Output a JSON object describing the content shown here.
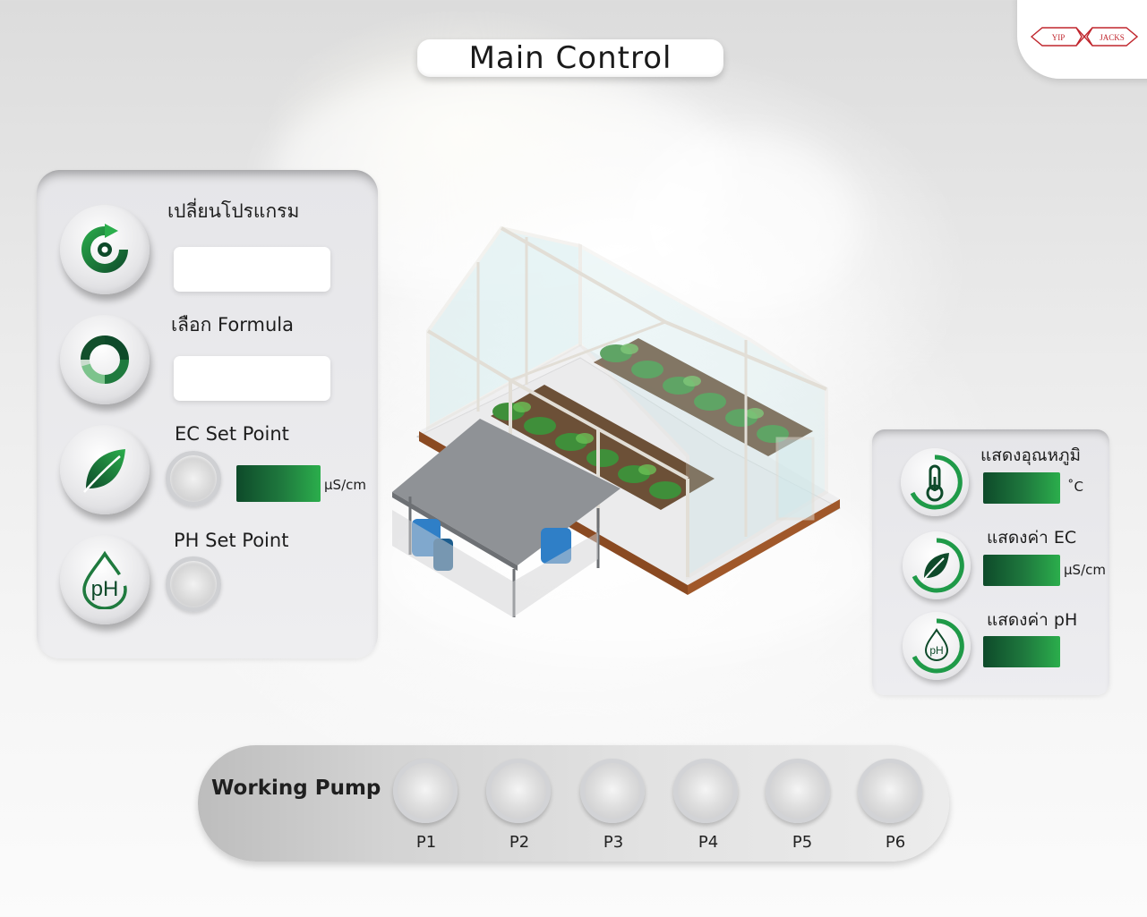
{
  "header": {
    "title": "Main Control"
  },
  "logo": {
    "left_text": "YIP",
    "right_text": "JACKS"
  },
  "control_panel": {
    "program": {
      "label": "เปลี่ยนโปรแกรม",
      "value": ""
    },
    "formula": {
      "label": "เลือก Formula",
      "value": ""
    },
    "ec_setpoint": {
      "label": "EC Set Point",
      "unit": "µS/cm"
    },
    "ph_setpoint": {
      "label": "PH Set Point",
      "icon_text": "pH"
    }
  },
  "monitor_panel": {
    "temperature": {
      "label": "แสดงอุณหภูมิ",
      "unit": "˚C"
    },
    "ec": {
      "label": "แสดงค่า EC",
      "unit": "µS/cm"
    },
    "ph": {
      "label": "แสดงค่า pH",
      "icon_text": "pH"
    }
  },
  "pumps": {
    "title": "Working Pump",
    "items": [
      {
        "label": "P1"
      },
      {
        "label": "P2"
      },
      {
        "label": "P3"
      },
      {
        "label": "P4"
      },
      {
        "label": "P5"
      },
      {
        "label": "P6"
      }
    ]
  },
  "colors": {
    "accent_dark": "#0e4a2a",
    "accent_green": "#2bae4c",
    "logo_red": "#c0262d"
  }
}
